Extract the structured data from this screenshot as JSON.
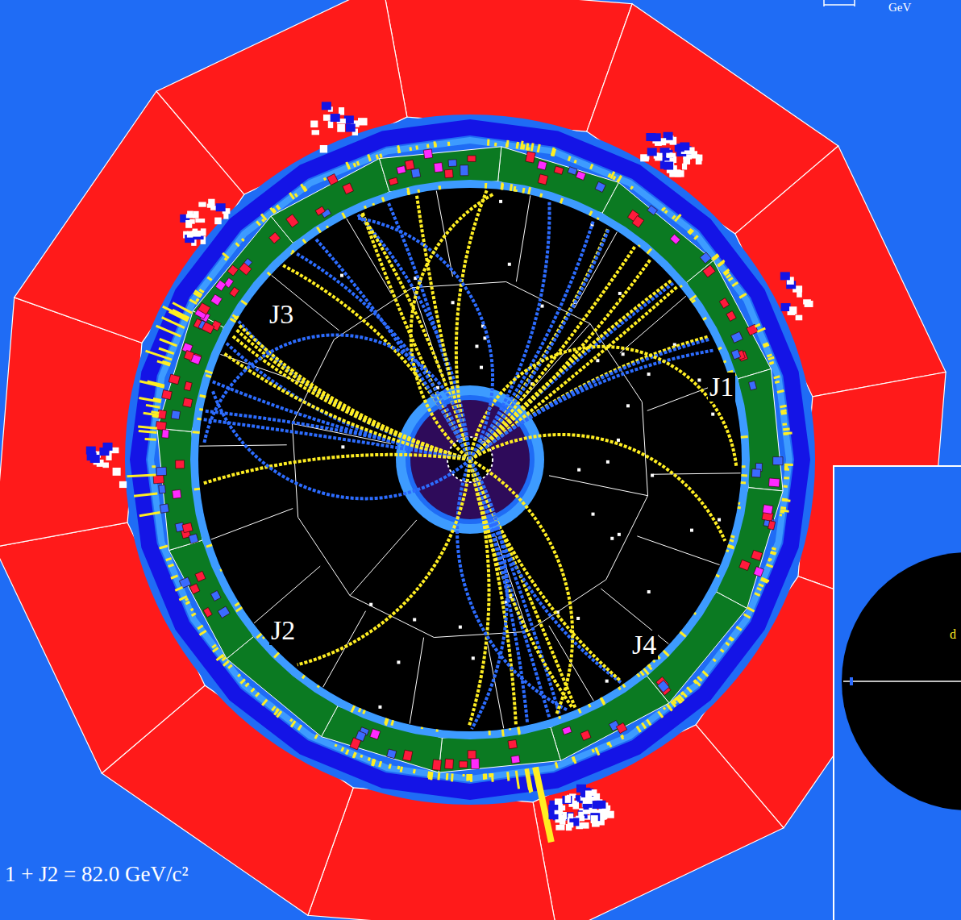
{
  "diagram": {
    "labels": [
      "GeV",
      "J3",
      "J1",
      "J2",
      "J4",
      "d",
      "1 + J2 = 82.0 GeV/c²"
    ]
  }
}
